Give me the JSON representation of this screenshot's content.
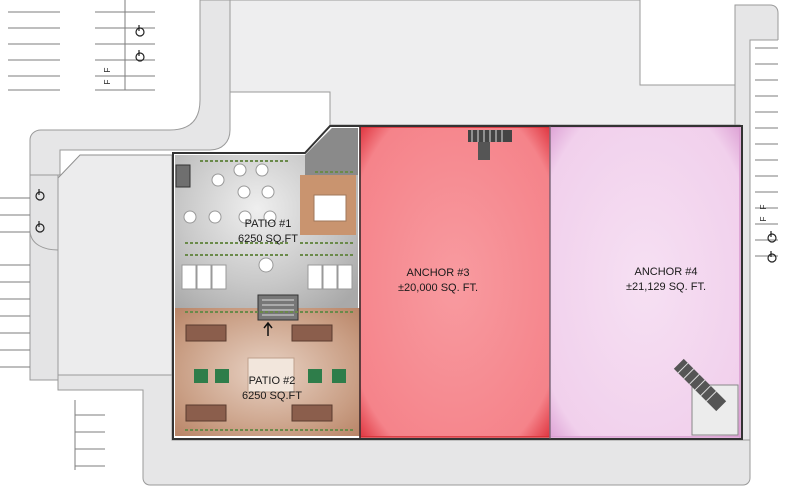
{
  "patio1": {
    "name": "PATIO #1",
    "area": "6250 SQ.FT"
  },
  "patio2": {
    "name": "PATIO #2",
    "area": "6250 SQ.FT"
  },
  "anchor3": {
    "name": "ANCHOR #3",
    "area": "±20,000 SQ. FT."
  },
  "anchor4": {
    "name": "ANCHOR #4",
    "area": "±21,129 SQ. FT."
  },
  "parking_marks": {
    "fire": "F"
  },
  "colors": {
    "anchor3_fill": "#f88e93",
    "anchor3_border": "#d42a32",
    "anchor4_fill": "#f3d3ef",
    "anchor4_border": "#d99ad0",
    "patio1_floor": "#bdbdbd",
    "patio2_floor": "#c69a80",
    "building_outline": "#333333",
    "site_fill": "#ececed",
    "site_line": "#9a9a9a"
  }
}
